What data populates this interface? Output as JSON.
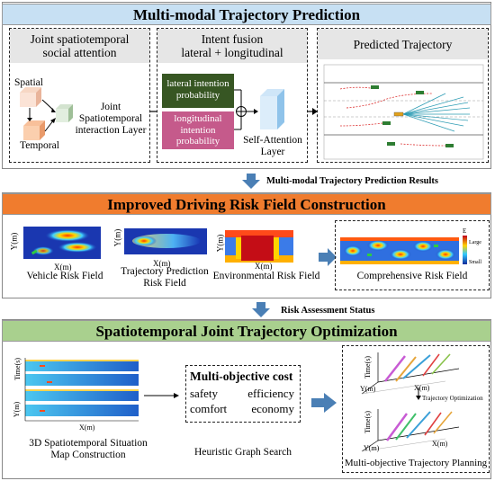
{
  "section1": {
    "title": "Multi-modal Trajectory Prediction",
    "panel_a": {
      "title_line1": "Joint spatiotemporal",
      "title_line2": "social attention",
      "spatial": "Spatial",
      "temporal": "Temporal",
      "joint_line1": "Joint",
      "joint_line2": "Spatiotemporal",
      "joint_line3": "interaction Layer"
    },
    "panel_b": {
      "title_line1": "Intent fusion",
      "title_line2": "lateral + longitudinal",
      "lateral_line1": "lateral intention",
      "lateral_line2": "probability",
      "longitudinal_line1": "longitudinal",
      "longitudinal_line2": "intention",
      "longitudinal_line3": "probability",
      "selfatt_line1": "Self-Attention",
      "selfatt_line2": "Layer"
    },
    "panel_c": {
      "title": "Predicted Trajectory"
    }
  },
  "link1": "Multi-modal Trajectory Prediction Results",
  "section2": {
    "title": "Improved Driving Risk Field Construction",
    "vehicle": "Vehicle Risk Field",
    "traj_line1": "Trajectory Prediction",
    "traj_line2": "Risk Field",
    "env": "Environmental Risk Field",
    "comp": "Comprehensive Risk Field",
    "ylabel": "Y(m)",
    "xlabel": "X(m)",
    "legend_title": "E",
    "legend_large": "Large",
    "legend_small": "Small"
  },
  "link2": "Risk Assessment Status",
  "section3": {
    "title": "Spatiotemporal Joint Trajectory Optimization",
    "map_line1": "3D Spatiotemporal Situation",
    "map_line2": "Map Construction",
    "time_label": "Time(s)",
    "y_label": "Y(m)",
    "x_label": "X(m)",
    "cost_title": "Multi-objective cost",
    "cost_safety": "safety",
    "cost_efficiency": "efficiency",
    "cost_comfort": "comfort",
    "cost_economy": "economy",
    "heuristic": "Heuristic Graph Search",
    "traj_opt": "Trajectory Optimization",
    "planning": "Multi-objective Trajectory Planning"
  },
  "colors": {
    "section1": "#c7e0f3",
    "section2": "#f07c2e",
    "section3": "#a9d08e",
    "lateral": "#375623",
    "longitudinal": "#c55a8b",
    "arrow": "#4a7fb5"
  }
}
